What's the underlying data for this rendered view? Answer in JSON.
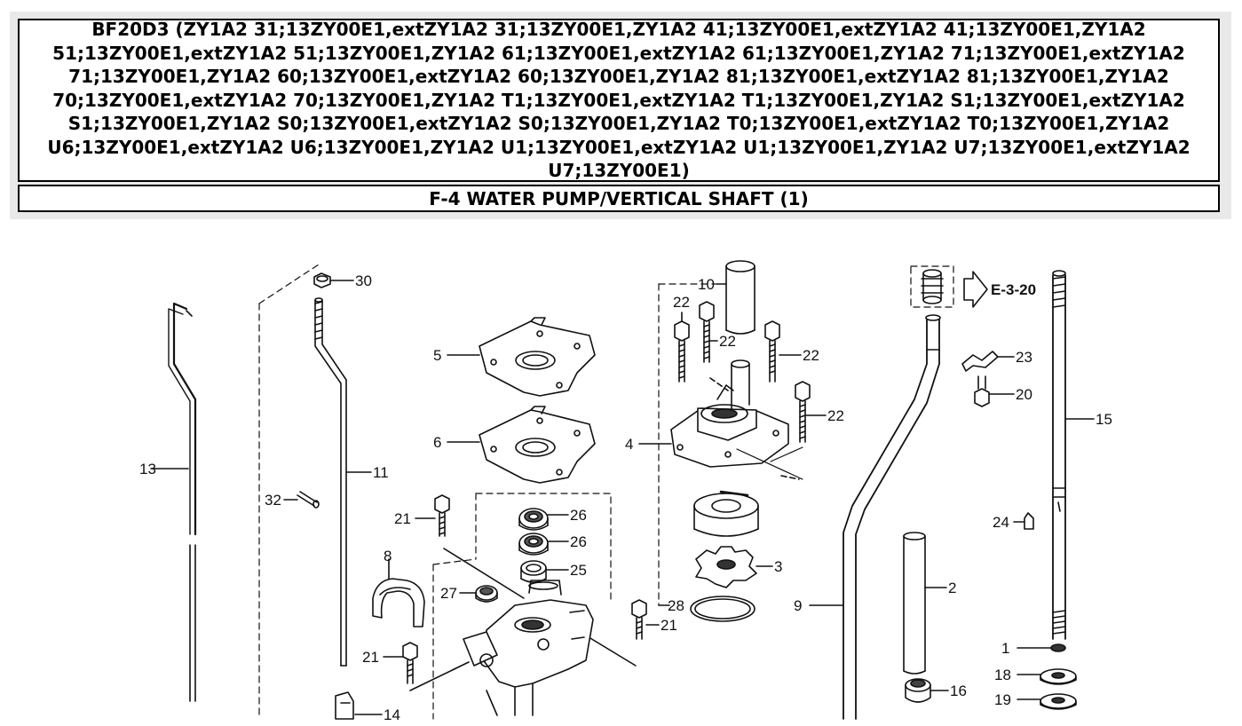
{
  "header": {
    "title": "BF20D3 (ZY1A2 31;13ZY00E1,extZY1A2 31;13ZY00E1,ZY1A2 41;13ZY00E1,extZY1A2 41;13ZY00E1,ZY1A2 51;13ZY00E1,extZY1A2 51;13ZY00E1,ZY1A2 61;13ZY00E1,extZY1A2 61;13ZY00E1,ZY1A2 71;13ZY00E1,extZY1A2 71;13ZY00E1,ZY1A2 60;13ZY00E1,extZY1A2 60;13ZY00E1,ZY1A2 81;13ZY00E1,extZY1A2 81;13ZY00E1,ZY1A2 70;13ZY00E1,extZY1A2 70;13ZY00E1,ZY1A2 T1;13ZY00E1,extZY1A2 T1;13ZY00E1,ZY1A2 S1;13ZY00E1,extZY1A2 S1;13ZY00E1,ZY1A2 S0;13ZY00E1,extZY1A2 S0;13ZY00E1,ZY1A2 T0;13ZY00E1,extZY1A2 T0;13ZY00E1,ZY1A2 U6;13ZY00E1,extZY1A2 U6;13ZY00E1,ZY1A2 U1;13ZY00E1,extZY1A2 U1;13ZY00E1,ZY1A2 U7;13ZY00E1,extZY1A2 U7;13ZY00E1)",
    "section": "F-4 WATER PUMP/VERTICAL SHAFT (1)"
  },
  "diagram": {
    "reference": "E-3-20",
    "callouts": {
      "p1": "1",
      "p2": "2",
      "p3": "3",
      "p4": "4",
      "p5": "5",
      "p6": "6",
      "p8": "8",
      "p9": "9",
      "p10": "10",
      "p11": "11",
      "p13": "13",
      "p14": "14",
      "p15": "15",
      "p16": "16",
      "p18": "18",
      "p19": "19",
      "p20": "20",
      "p21a": "21",
      "p21b": "21",
      "p21c": "21",
      "p22a": "22",
      "p22b": "22",
      "p22c": "22",
      "p22d": "22",
      "p23": "23",
      "p24": "24",
      "p25": "25",
      "p26a": "26",
      "p26b": "26",
      "p27": "27",
      "p28": "28",
      "p30": "30",
      "p32": "32"
    }
  },
  "colors": {
    "border": "#000000",
    "header_bg": "#e9e9e9",
    "line": "#111111"
  }
}
